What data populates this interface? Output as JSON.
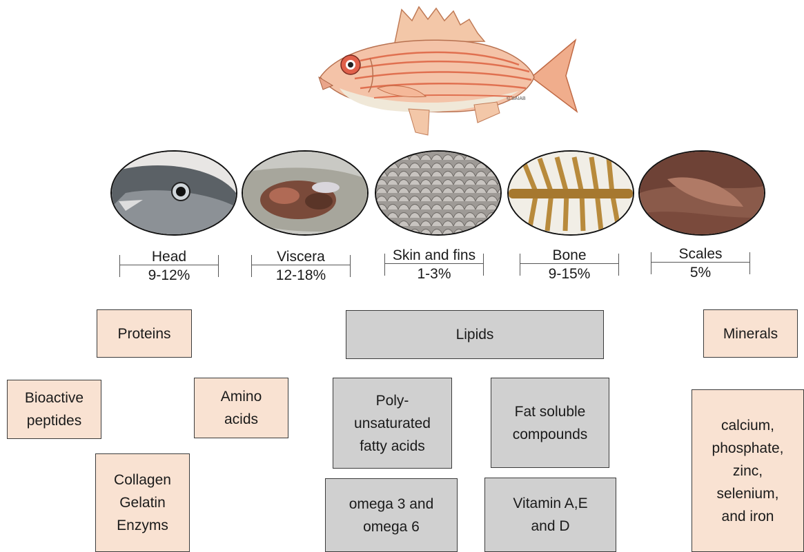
{
  "fish": {
    "copyright": "© SAIAB"
  },
  "icons": [
    "fish-illustration",
    "head-photo",
    "viscera-photo",
    "skin-photo",
    "bone-photo",
    "scales-photo"
  ],
  "colors": {
    "pink_box": "#f9e2d2",
    "gray_box": "#d0d0d0",
    "fish_body": "#f2b9a0",
    "fish_stripe": "#e07050"
  },
  "parts": [
    {
      "name": "Head",
      "percent": "9-12%"
    },
    {
      "name": "Viscera",
      "percent": "12-18%"
    },
    {
      "name": "Skin and fins",
      "percent": "1-3%"
    },
    {
      "name": "Bone",
      "percent": "9-15%"
    },
    {
      "name": "Scales",
      "percent": "5%"
    }
  ],
  "proteins": {
    "title": "Proteins",
    "bioactive": "Bioactive\npeptides",
    "amino": "Amino\nacids",
    "collagen": "Collagen\nGelatin\nEnzyms"
  },
  "lipids": {
    "title": "Lipids",
    "pufa": "Poly-\nunsaturated\nfatty acids",
    "fat_soluble": "Fat soluble\ncompounds",
    "omega": "omega 3 and\nomega 6",
    "vitamins": "Vitamin A,E\nand D"
  },
  "minerals": {
    "title": "Minerals",
    "list": "calcium,\nphosphate,\nzinc,\nselenium,\nand iron"
  }
}
